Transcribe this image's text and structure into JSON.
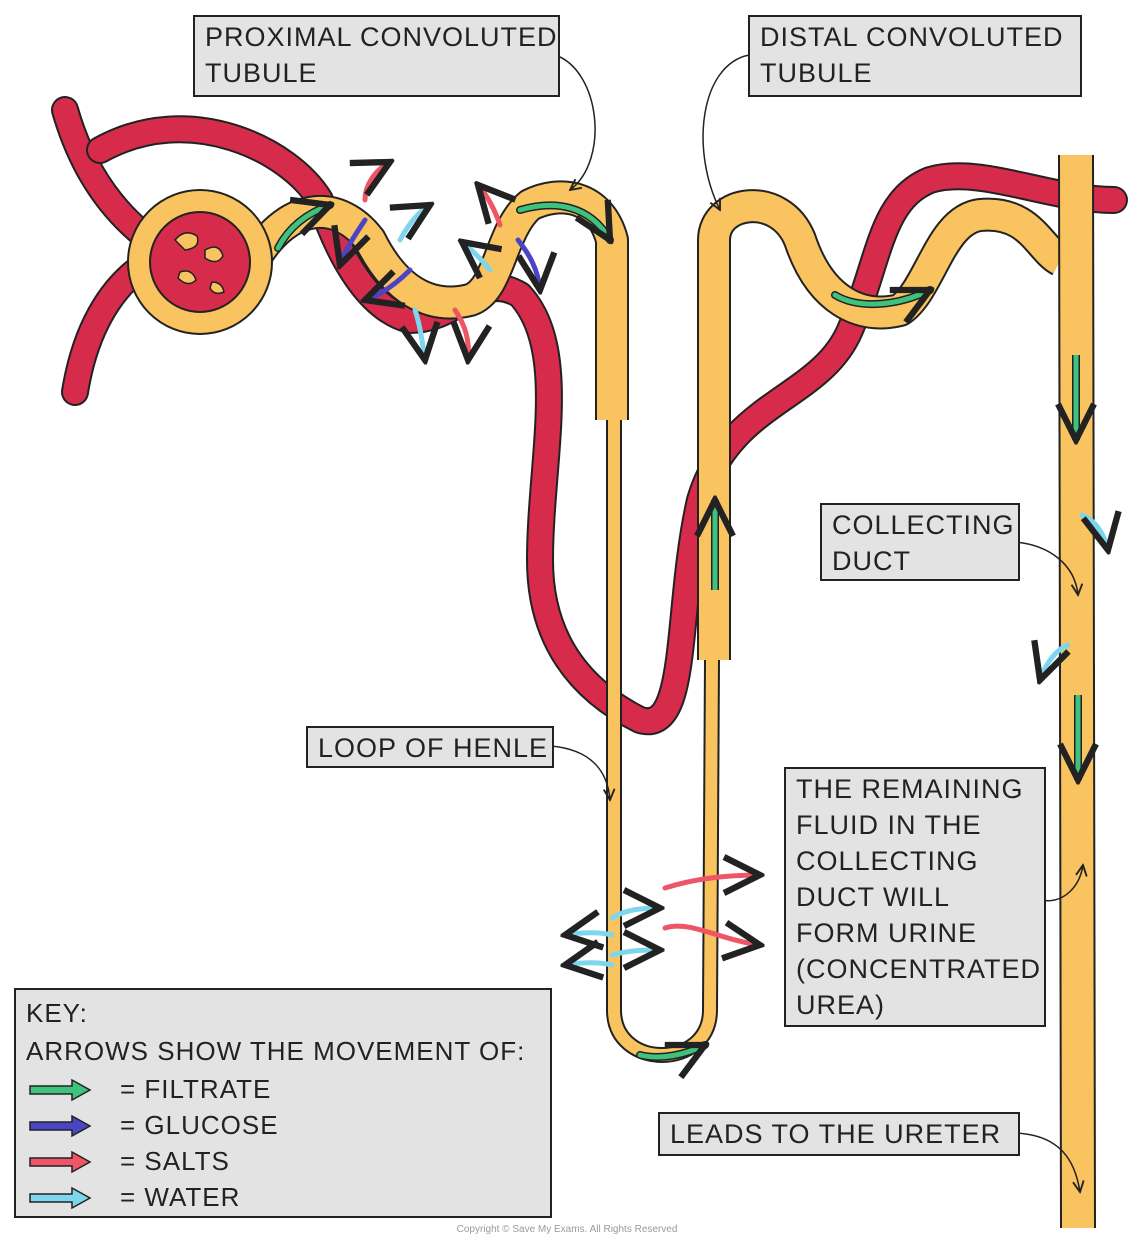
{
  "colors": {
    "vessel": "#d62b4b",
    "tubule": "#f9c35f",
    "outline": "#222222",
    "filtrate": "#3ec27e",
    "glucose": "#4b45c6",
    "salts": "#ee5566",
    "water": "#7ed6ee",
    "label_bg": "#e3e3e3"
  },
  "labels": {
    "pct": [
      "PROXIMAL CONVOLUTED",
      "TUBULE"
    ],
    "dct": [
      "DISTAL CONVOLUTED",
      "TUBULE"
    ],
    "collecting": [
      "COLLECTING",
      "DUCT"
    ],
    "henle": [
      "LOOP OF HENLE"
    ],
    "urine": [
      "THE REMAINING",
      "FLUID IN THE",
      "COLLECTING",
      "DUCT WILL",
      "FORM URINE",
      "(CONCENTRATED",
      "UREA)"
    ],
    "ureter": [
      "LEADS TO THE URETER"
    ]
  },
  "key": {
    "title": "KEY:",
    "subtitle": "ARROWS SHOW THE MOVEMENT OF:",
    "items": [
      {
        "label": "= FILTRATE",
        "color": "#3ec27e"
      },
      {
        "label": "= GLUCOSE",
        "color": "#4b45c6"
      },
      {
        "label": "= SALTS",
        "color": "#ee5566"
      },
      {
        "label": "= WATER",
        "color": "#7ed6ee"
      }
    ]
  },
  "copyright": "Copyright © Save My Exams. All Rights Reserved"
}
